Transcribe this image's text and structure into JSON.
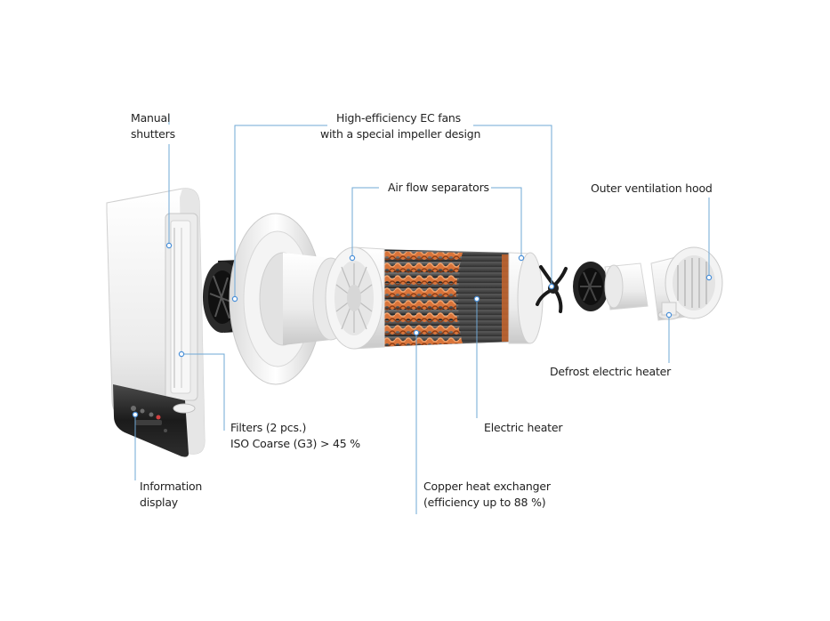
{
  "labels": {
    "manual_shutters": [
      "Manual",
      "shutters"
    ],
    "ec_fans": [
      "High-efficiency EC fans",
      "with a special impeller design"
    ],
    "air_flow_separators": "Air flow separators",
    "outer_hood": "Outer ventilation hood",
    "defrost_heater": "Defrost electric heater",
    "electric_heater": "Electric heater",
    "filters": [
      "Filters (2 pcs.)",
      "ISO Coarse (G3) > 45 %"
    ],
    "information_display": [
      "Information",
      "display"
    ],
    "copper_exchanger": [
      "Copper heat exchanger",
      "(efficiency up to 88 %)"
    ]
  },
  "colors": {
    "callout_line": "#6fa8d6",
    "callout_dot": "#4a90d9",
    "copper": "#d9743a",
    "copper_dark": "#b4531f",
    "panel_white": "#f4f4f4",
    "display_black": "#1a1a1a"
  }
}
